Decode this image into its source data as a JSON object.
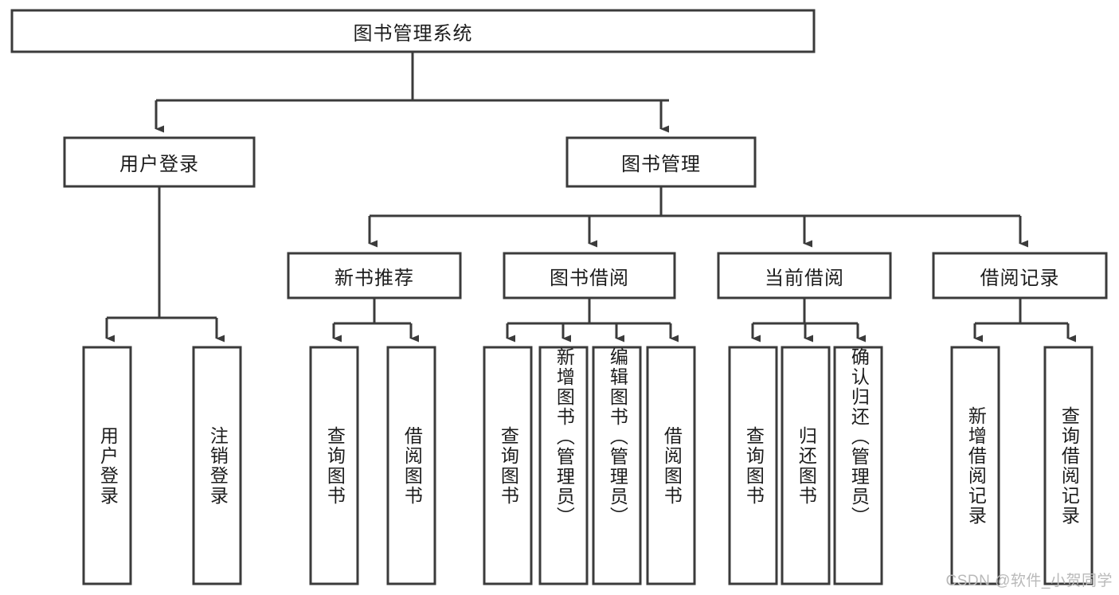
{
  "diagram": {
    "type": "tree-hierarchy",
    "title": "图书管理系统",
    "watermark": "CSDN @软件_小贺同学",
    "colors": {
      "box_stroke": "#3b3b3b",
      "box_fill": "#ffffff",
      "text": "#1c1c1c",
      "background": "#ffffff",
      "watermark": "#b9b9b9"
    },
    "nodes": {
      "root": {
        "label": "图书管理系统",
        "orientation": "horizontal"
      },
      "level2": [
        {
          "id": "user-login",
          "label": "用户登录",
          "orientation": "horizontal"
        },
        {
          "id": "book-manage",
          "label": "图书管理",
          "orientation": "horizontal"
        }
      ],
      "level3": [
        {
          "id": "new-book-recommend",
          "label": "新书推荐",
          "orientation": "horizontal"
        },
        {
          "id": "book-borrow",
          "label": "图书借阅",
          "orientation": "horizontal"
        },
        {
          "id": "current-borrow",
          "label": "当前借阅",
          "orientation": "horizontal"
        },
        {
          "id": "borrow-record",
          "label": "借阅记录",
          "orientation": "horizontal"
        }
      ],
      "leaves": [
        {
          "id": "leaf-user-login",
          "label": "用户登录",
          "parent": "user-login",
          "orientation": "vertical"
        },
        {
          "id": "leaf-logout-login",
          "label": "注销登录",
          "parent": "user-login",
          "orientation": "vertical"
        },
        {
          "id": "leaf-query-book-1",
          "label": "查询图书",
          "parent": "new-book-recommend",
          "orientation": "vertical"
        },
        {
          "id": "leaf-borrow-book-1",
          "label": "借阅图书",
          "parent": "new-book-recommend",
          "orientation": "vertical"
        },
        {
          "id": "leaf-query-book-2",
          "label": "查询图书",
          "parent": "book-borrow",
          "orientation": "vertical"
        },
        {
          "id": "leaf-add-book",
          "label": "新增图书（管理员）",
          "parent": "book-borrow",
          "orientation": "vertical"
        },
        {
          "id": "leaf-edit-book",
          "label": "编辑图书（管理员）",
          "parent": "book-borrow",
          "orientation": "vertical"
        },
        {
          "id": "leaf-borrow-book-2",
          "label": "借阅图书",
          "parent": "book-borrow",
          "orientation": "vertical"
        },
        {
          "id": "leaf-query-book-3",
          "label": "查询图书",
          "parent": "current-borrow",
          "orientation": "vertical"
        },
        {
          "id": "leaf-return-book",
          "label": "归还图书",
          "parent": "current-borrow",
          "orientation": "vertical"
        },
        {
          "id": "leaf-confirm-return",
          "label": "确认归还（管理员）",
          "parent": "current-borrow",
          "orientation": "vertical"
        },
        {
          "id": "leaf-add-record",
          "label": "新增借阅记录",
          "parent": "borrow-record",
          "orientation": "vertical"
        },
        {
          "id": "leaf-query-record",
          "label": "查询借阅记录",
          "parent": "borrow-record",
          "orientation": "vertical"
        }
      ]
    }
  }
}
